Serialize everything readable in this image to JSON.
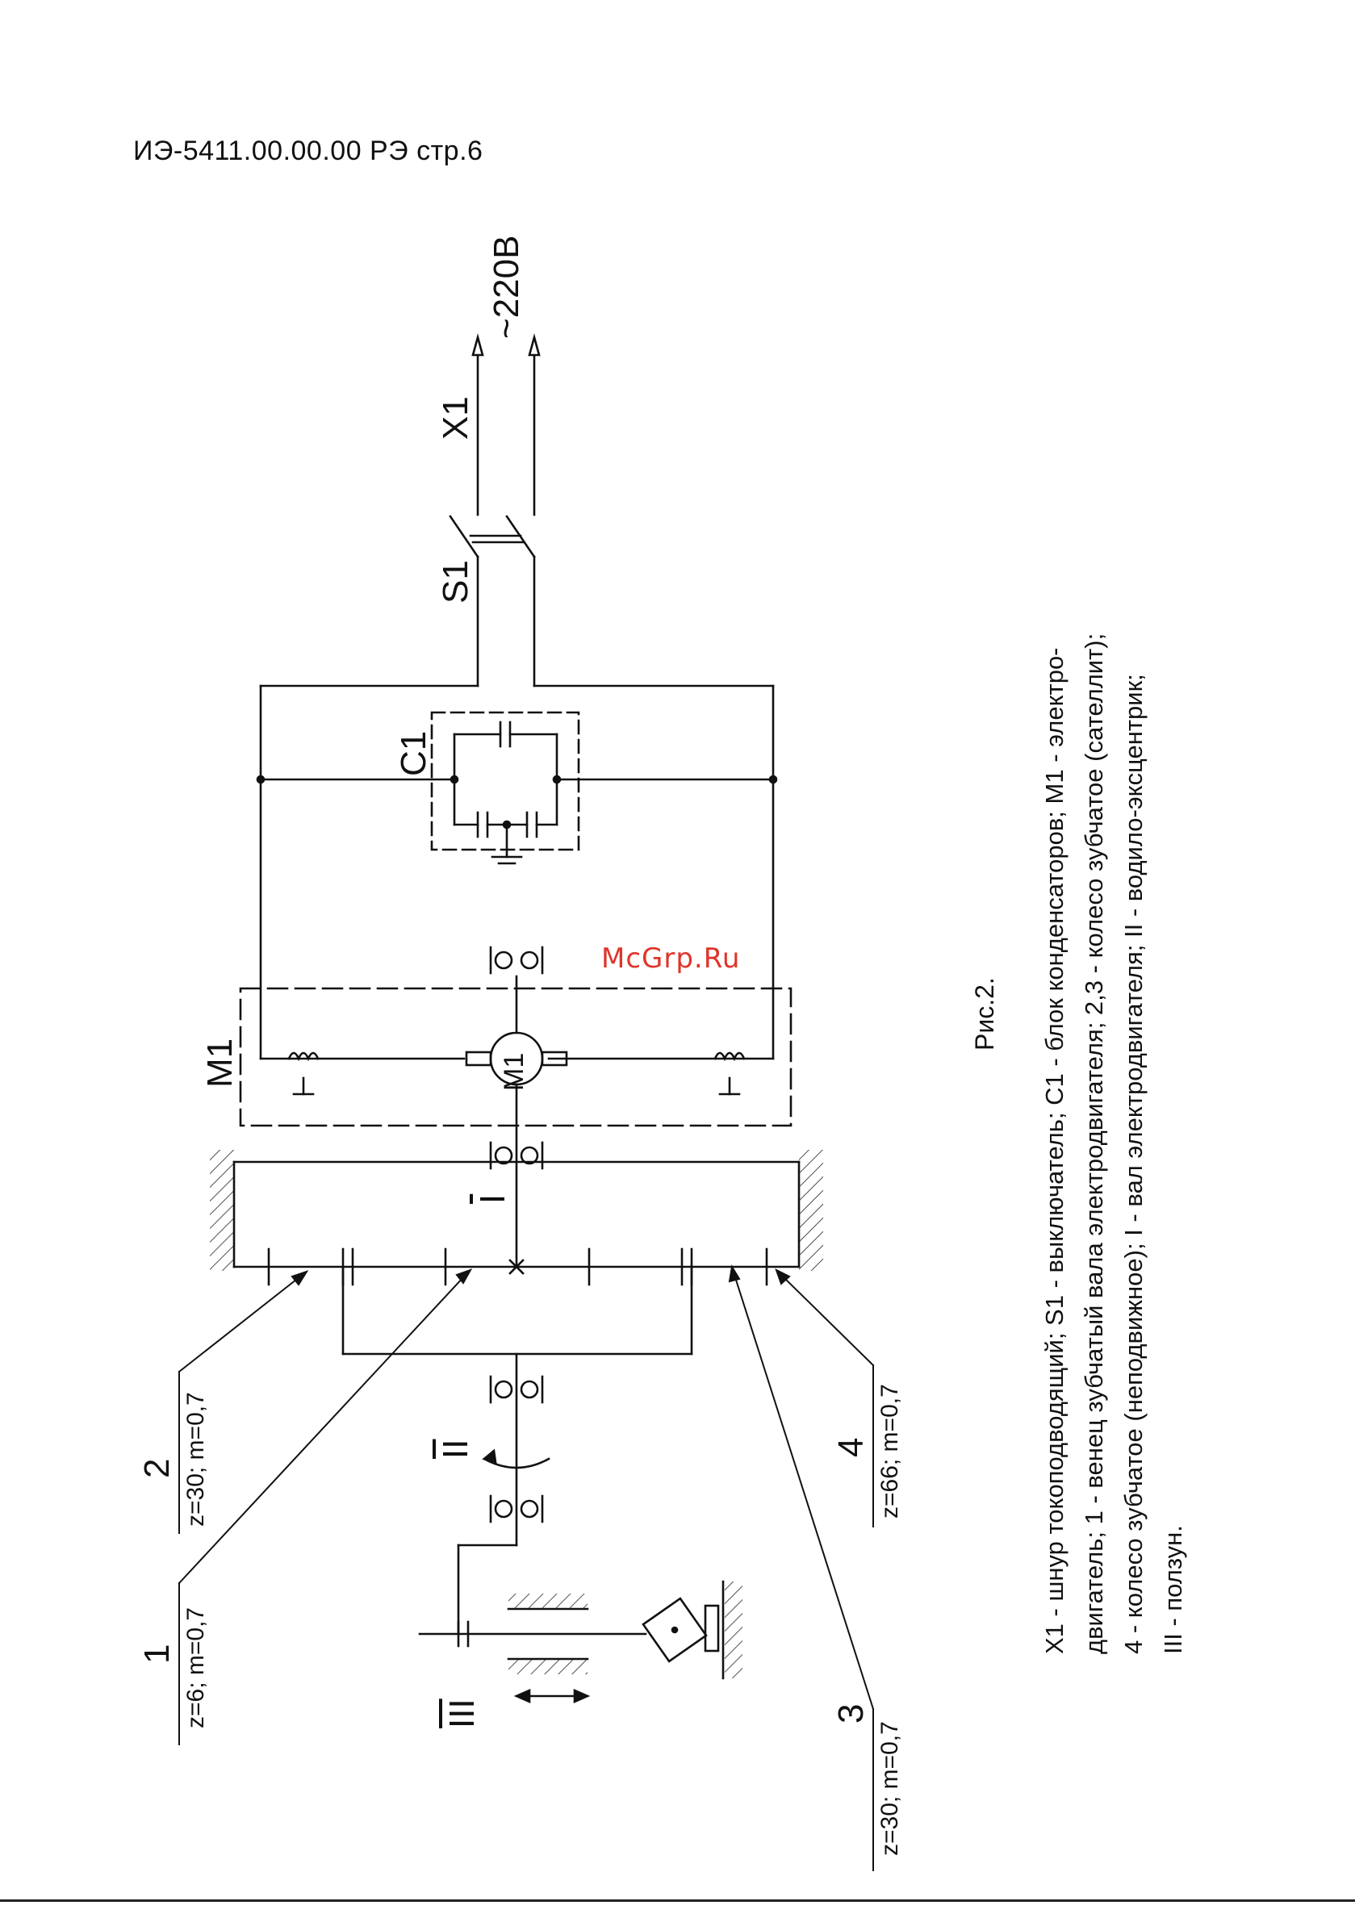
{
  "header": {
    "doc_ref": "ИЭ-5411.00.00.00 РЭ стр.6"
  },
  "labels": {
    "power": "~220В",
    "x1": "X1",
    "s1": "S1",
    "c1": "C1",
    "m1": "M1",
    "m1_symbol": "M1",
    "shaft_1": "I",
    "shaft_2": "II",
    "shaft_3": "III",
    "gear_1_num": "1",
    "gear_1_spec": "z=6; m=0,7",
    "gear_2_num": "2",
    "gear_2_spec": "z=30; m=0,7",
    "gear_3_num": "3",
    "gear_3_spec": "z=30; m=0,7",
    "gear_4_num": "4",
    "gear_4_spec": "z=66; m=0,7"
  },
  "caption": "Рис.2.",
  "legend": [
    "X1 - шнур токоподводящий; S1 - выключатель; C1 - блок конденсаторов; M1 - электро-",
    "двигатель; 1 - венец зубчатый вала электродвигателя; 2,3 - колесо зубчатое (сателлит);",
    "4 - колесо зубчатое (неподвижное);  I - вал электродвигателя;  II - водило-эксцентрик;",
    "III - ползун."
  ],
  "watermark": "McGrp.Ru",
  "colors": {
    "ink": "#111111",
    "watermark": "#e0342a"
  }
}
